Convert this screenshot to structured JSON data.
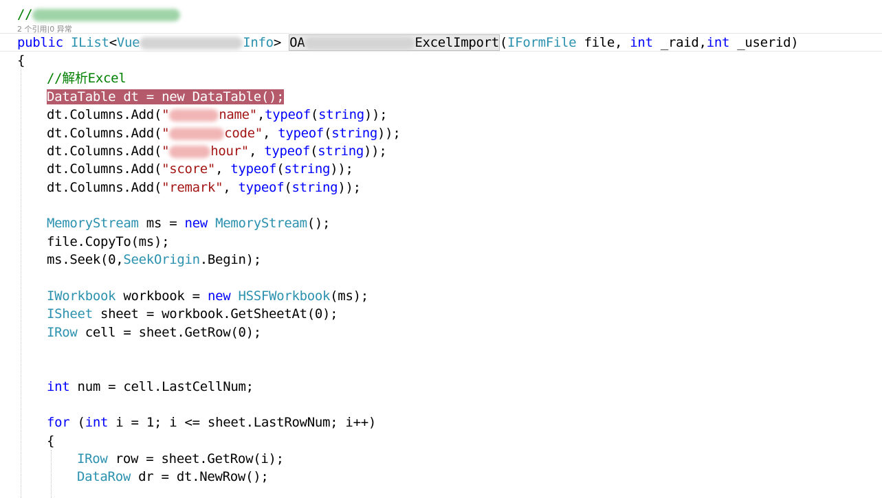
{
  "editor": {
    "comment_top": "//",
    "codelens": "2 个引用|0 异常",
    "signature": {
      "public": "public",
      "ilist": "IList",
      "lt": "<",
      "type_a": "Vue",
      "type_b": "Info",
      "gt": ">",
      "method_prefix": "OA",
      "method_suffix": "ExcelImport",
      "paren_open": "(",
      "iformfile": "IFormFile",
      "param1": " file, ",
      "int1": "int",
      "param2": " _raid,",
      "int2": "int",
      "param3": " _userid)"
    },
    "brace_open": "{",
    "comment_parse": "//解析Excel",
    "datatable_line": "DataTable dt = new DataTable();",
    "columns": [
      {
        "pre": "dt.Columns.Add(",
        "q": "\"",
        "name": "name\"",
        "sep": ",",
        "typeof": "typeof",
        "arg": "string",
        "end": "));"
      },
      {
        "pre": "dt.Columns.Add(",
        "q": "\"",
        "name": "code\"",
        "sep": ", ",
        "typeof": "typeof",
        "arg": "string",
        "end": "));"
      },
      {
        "pre": "dt.Columns.Add(",
        "q": "\"",
        "name": "hour\"",
        "sep": ", ",
        "typeof": "typeof",
        "arg": "string",
        "end": "));"
      },
      {
        "pre": "dt.Columns.Add(",
        "q": "",
        "name": "\"score\"",
        "sep": ", ",
        "typeof": "typeof",
        "arg": "string",
        "end": "));"
      },
      {
        "pre": "dt.Columns.Add(",
        "q": "",
        "name": "\"remark\"",
        "sep": ", ",
        "typeof": "typeof",
        "arg": "string",
        "end": "));"
      }
    ],
    "ms": {
      "t1": "MemoryStream",
      "v": " ms = ",
      "new": "new",
      "t2": "MemoryStream",
      "end": "();"
    },
    "copyto": "file.CopyTo(ms);",
    "seek": {
      "pre": "ms.Seek(0,",
      "t": "SeekOrigin",
      "end": ".Begin);"
    },
    "workbook": {
      "t1": "IWorkbook",
      "v": " workbook = ",
      "new": "new",
      "t2": "HSSFWorkbook",
      "end": "(ms);"
    },
    "sheet": {
      "t": "ISheet",
      "v": " sheet = workbook.GetSheetAt(0);"
    },
    "cell": {
      "t": "IRow",
      "v": " cell = sheet.GetRow(0);"
    },
    "num": {
      "kw": "int",
      "v": " num = cell.LastCellNum;"
    },
    "for": {
      "kw": "for",
      "p1": " (",
      "kw2": "int",
      "v": " i = 1; i <= sheet.LastRowNum; i++)"
    },
    "brace_open2": "{",
    "row": {
      "t": "IRow",
      "v": " row = sheet.GetRow(i);"
    },
    "dr": {
      "t": "DataRow",
      "v": " dr = dt.NewRow();"
    }
  }
}
